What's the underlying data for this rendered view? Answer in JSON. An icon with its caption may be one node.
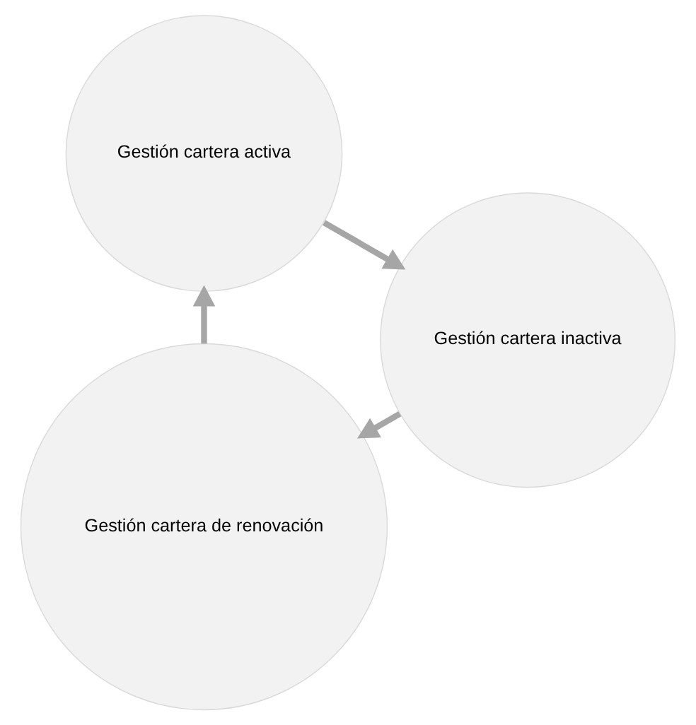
{
  "diagram": {
    "nodes": [
      {
        "text": [
          "Gestión cartera de renovación"
        ]
      },
      {
        "text": [
          "Gestión cartera activa"
        ]
      },
      {
        "text": [
          "Gestión cartera inactiva"
        ]
      }
    ],
    "edges": [
      {
        "from": 0,
        "to": 1,
        "arrow": "to"
      },
      {
        "from": 1,
        "to": 2,
        "arrow": "to"
      },
      {
        "from": 2,
        "to": 0,
        "arrow": "to"
      }
    ]
  }
}
